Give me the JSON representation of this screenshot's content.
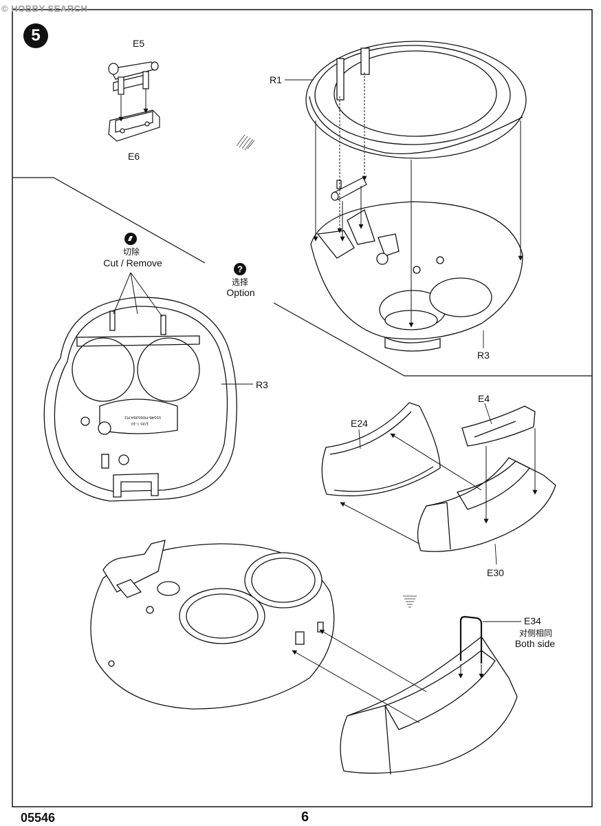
{
  "watermark": "© HOBBY SEARCH",
  "step_number": "5",
  "page": {
    "code": "05546",
    "number": "6"
  },
  "labels": {
    "e5": "E5",
    "e6": "E6",
    "r1": "R1",
    "r3_top": "R3",
    "r3_left": "R3",
    "e4": "E4",
    "e24": "E24",
    "e30": "E30",
    "e34": "E34"
  },
  "notes": {
    "cut_remove_cn": "切除",
    "cut_remove_en": "Cut / Remove",
    "option_cn": "选择",
    "option_en": "Option",
    "both_side_cn": "对侧相同",
    "both_side_en": "Both side"
  },
  "part_markings": {
    "line1": "05546-H06536A R3",
    "line2": "1/35 T-10"
  },
  "colors": {
    "ink": "#111111",
    "paper": "#ffffff",
    "watermark": "#9a9a9a"
  },
  "icons": [
    "cut-remove-icon",
    "option-icon",
    "assembly-arrow-icon"
  ]
}
